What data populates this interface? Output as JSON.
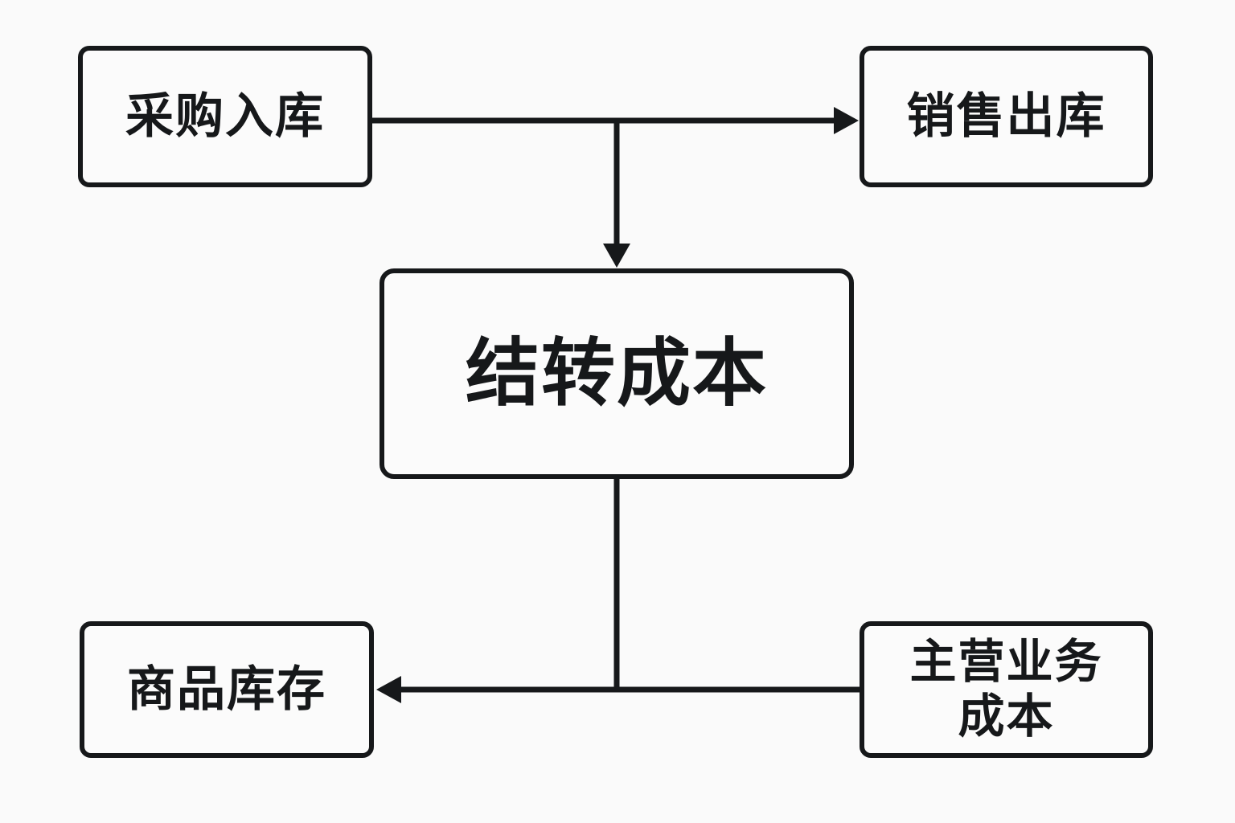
{
  "diagram": {
    "type": "flowchart",
    "title": "",
    "background_color": "#fafafa",
    "stroke_color": "#16181a",
    "node_fill_color": "#fbfbfb",
    "nodes": [
      {
        "id": "purchase-inbound",
        "label": "采购入库",
        "shape": "rounded-rectangle",
        "position": "top-left"
      },
      {
        "id": "sales-outbound",
        "label": "销售出库",
        "shape": "rounded-rectangle",
        "position": "top-right"
      },
      {
        "id": "carry-forward-cost",
        "label": "结转成本",
        "shape": "rounded-rectangle",
        "position": "center"
      },
      {
        "id": "product-inventory",
        "label": "商品库存",
        "shape": "rounded-rectangle",
        "position": "bottom-left"
      },
      {
        "id": "main-business-cost",
        "label": "主营业务\n成本",
        "shape": "rounded-rectangle",
        "position": "bottom-right"
      }
    ],
    "edges": [
      {
        "id": "purchase-to-sales",
        "from": "purchase-inbound",
        "to": "sales-outbound",
        "arrow": "right",
        "style": "solid"
      },
      {
        "id": "branch-to-carry-forward",
        "from": "purchase-to-sales",
        "to": "carry-forward-cost",
        "arrow": "down",
        "style": "solid"
      },
      {
        "id": "carry-forward-to-inventory",
        "from": "carry-forward-cost",
        "to": "product-inventory",
        "arrow": "left",
        "style": "solid"
      },
      {
        "id": "main-business-cost-to-inventory",
        "from": "main-business-cost",
        "to": "product-inventory",
        "arrow": "left",
        "style": "solid"
      }
    ]
  }
}
